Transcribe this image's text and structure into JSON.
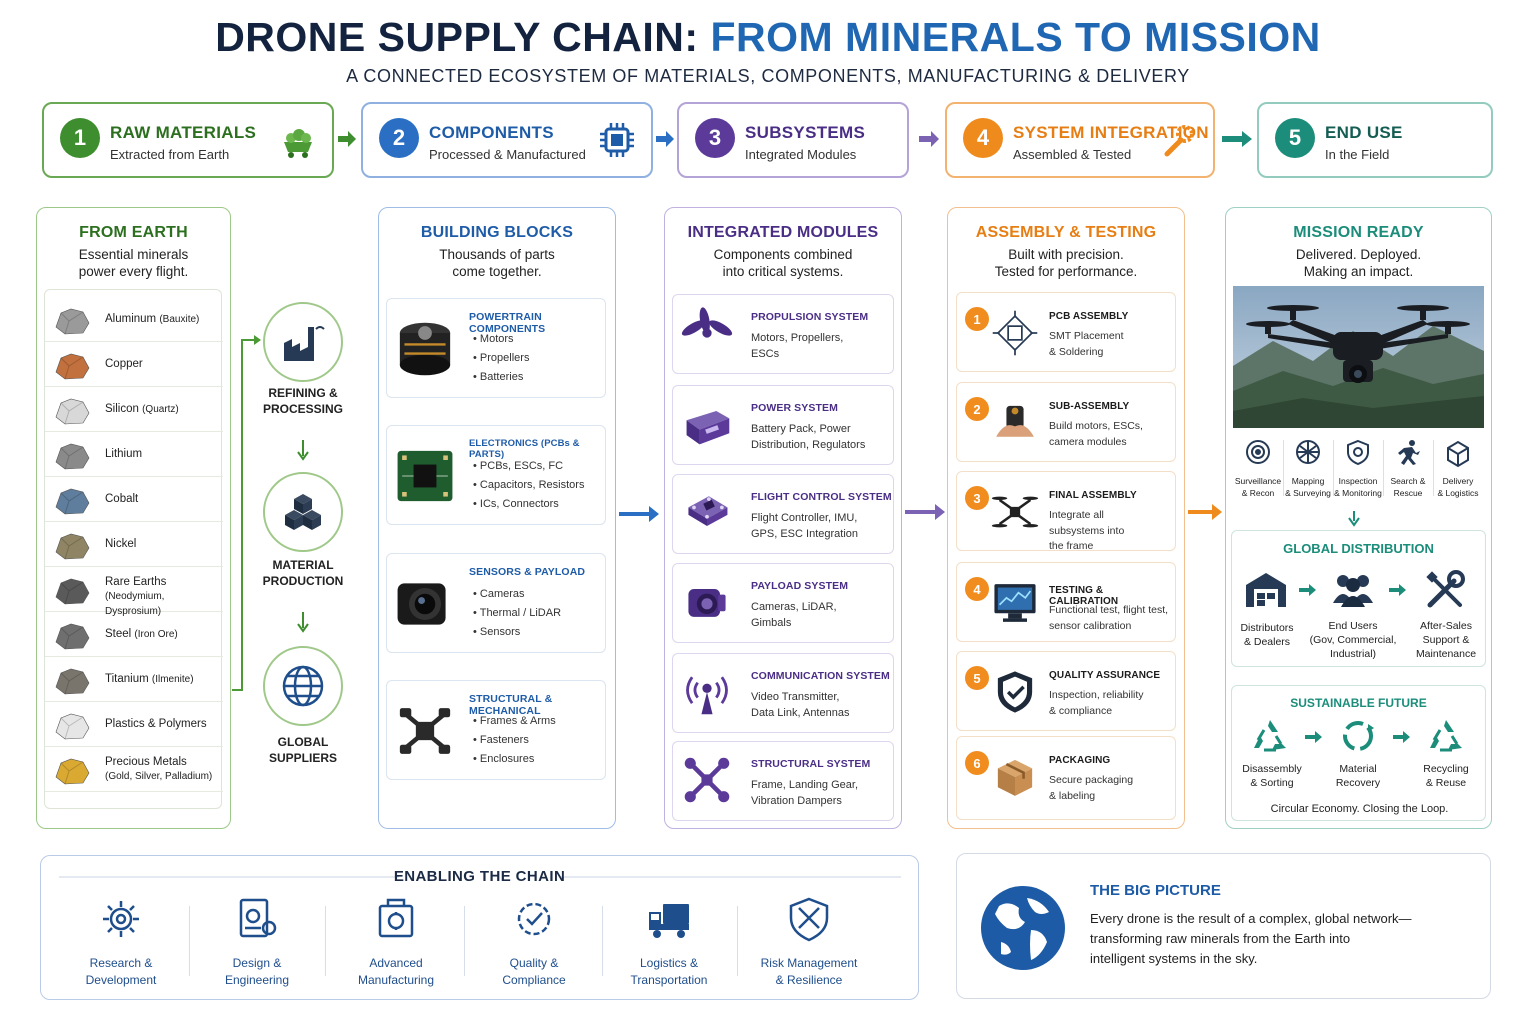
{
  "header": {
    "title_part1": "DRONE SUPPLY CHAIN: ",
    "title_part2": "FROM MINERALS TO MISSION",
    "subtitle": "A CONNECTED ECOSYSTEM OF MATERIALS, COMPONENTS, MANUFACTURING & DELIVERY"
  },
  "colors": {
    "green": "#3e8e2f",
    "blue": "#1f66b3",
    "purple": "#5b3a9a",
    "orange": "#ef8a1d",
    "teal": "#1b8d7a",
    "navy": "#13233f"
  },
  "stages": [
    {
      "num": "1",
      "title": "RAW MATERIALS",
      "subtitle": "Extracted from Earth",
      "icon": "mining-cart-icon"
    },
    {
      "num": "2",
      "title": "COMPONENTS",
      "subtitle": "Processed & Manufactured",
      "icon": "chip-icon"
    },
    {
      "num": "3",
      "title": "SUBSYSTEMS",
      "subtitle": "Integrated Modules",
      "icon": "none"
    },
    {
      "num": "4",
      "title": "SYSTEM INTEGRATION",
      "subtitle": "Assembled & Tested",
      "icon": "wrench-gear-icon"
    },
    {
      "num": "5",
      "title": "END USE",
      "subtitle": "In the Field",
      "icon": "none"
    }
  ],
  "earth": {
    "title": "FROM EARTH",
    "subtitle_l1": "Essential minerals",
    "subtitle_l2": "power every flight.",
    "minerals": [
      {
        "name": "Aluminum",
        "note": "(Bauxite)"
      },
      {
        "name": "Copper",
        "note": ""
      },
      {
        "name": "Silicon",
        "note": "(Quartz)"
      },
      {
        "name": "Lithium",
        "note": ""
      },
      {
        "name": "Cobalt",
        "note": ""
      },
      {
        "name": "Nickel",
        "note": ""
      },
      {
        "name": "Rare Earths",
        "note": "(Neodymium, Dysprosium)"
      },
      {
        "name": "Steel",
        "note": "(Iron Ore)"
      },
      {
        "name": "Titanium",
        "note": "(Ilmenite)"
      },
      {
        "name": "Plastics & Polymers",
        "note": ""
      },
      {
        "name": "Precious Metals",
        "note": "(Gold, Silver, Palladium)"
      }
    ],
    "processes": [
      {
        "l1": "REFINING &",
        "l2": "PROCESSING"
      },
      {
        "l1": "MATERIAL",
        "l2": "PRODUCTION"
      },
      {
        "l1": "GLOBAL",
        "l2": "SUPPLIERS"
      }
    ]
  },
  "blocks": {
    "title": "BUILDING BLOCKS",
    "subtitle_l1": "Thousands of parts",
    "subtitle_l2": "come together.",
    "cards": [
      {
        "title": "POWERTRAIN COMPONENTS",
        "items": [
          "Motors",
          "Propellers",
          "Batteries"
        ]
      },
      {
        "title": "ELECTRONICS (PCBs & PARTS)",
        "items": [
          "PCBs, ESCs, FC",
          "Capacitors, Resistors",
          "ICs, Connectors"
        ]
      },
      {
        "title": "SENSORS & PAYLOAD",
        "items": [
          "Cameras",
          "Thermal / LiDAR",
          "Sensors"
        ]
      },
      {
        "title": "STRUCTURAL & MECHANICAL",
        "items": [
          "Frames & Arms",
          "Fasteners",
          "Enclosures"
        ]
      }
    ]
  },
  "modules": {
    "title": "INTEGRATED MODULES",
    "subtitle_l1": "Components combined",
    "subtitle_l2": "into critical systems.",
    "cards": [
      {
        "title": "PROPULSION SYSTEM",
        "l1": "Motors, Propellers,",
        "l2": "ESCs"
      },
      {
        "title": "POWER SYSTEM",
        "l1": "Battery Pack, Power",
        "l2": "Distribution, Regulators"
      },
      {
        "title": "FLIGHT CONTROL SYSTEM",
        "l1": "Flight Controller, IMU,",
        "l2": "GPS, ESC Integration"
      },
      {
        "title": "PAYLOAD SYSTEM",
        "l1": "Cameras, LiDAR,",
        "l2": "Gimbals"
      },
      {
        "title": "COMMUNICATION SYSTEM",
        "l1": "Video Transmitter,",
        "l2": "Data Link, Antennas"
      },
      {
        "title": "STRUCTURAL SYSTEM",
        "l1": "Frame, Landing Gear,",
        "l2": "Vibration Dampers"
      }
    ]
  },
  "assembly": {
    "title": "ASSEMBLY & TESTING",
    "subtitle_l1": "Built with precision.",
    "subtitle_l2": "Tested for performance.",
    "steps": [
      {
        "num": "1",
        "title": "PCB ASSEMBLY",
        "l1": "SMT Placement",
        "l2": "& Soldering",
        "l3": ""
      },
      {
        "num": "2",
        "title": "SUB-ASSEMBLY",
        "l1": "Build motors, ESCs,",
        "l2": "camera modules",
        "l3": ""
      },
      {
        "num": "3",
        "title": "FINAL ASSEMBLY",
        "l1": "Integrate all",
        "l2": "subsystems into",
        "l3": "the frame"
      },
      {
        "num": "4",
        "title": "TESTING & CALIBRATION",
        "l1": "Functional test, flight test,",
        "l2": "sensor calibration",
        "l3": ""
      },
      {
        "num": "5",
        "title": "QUALITY ASSURANCE",
        "l1": "Inspection, reliability",
        "l2": "& compliance",
        "l3": ""
      },
      {
        "num": "6",
        "title": "PACKAGING",
        "l1": "Secure packaging",
        "l2": "& labeling",
        "l3": ""
      }
    ]
  },
  "mission": {
    "title": "MISSION READY",
    "subtitle_l1": "Delivered. Deployed.",
    "subtitle_l2": "Making an impact.",
    "uses": [
      {
        "l1": "Surveillance",
        "l2": "& Recon"
      },
      {
        "l1": "Mapping",
        "l2": "& Surveying"
      },
      {
        "l1": "Inspection",
        "l2": "& Monitoring"
      },
      {
        "l1": "Search &",
        "l2": "Rescue"
      },
      {
        "l1": "Delivery",
        "l2": "& Logistics"
      }
    ],
    "distribution": {
      "title": "GLOBAL DISTRIBUTION",
      "items": [
        {
          "l1": "Distributors",
          "l2": "& Dealers",
          "l3": ""
        },
        {
          "l1": "End Users",
          "l2": "(Gov, Commercial,",
          "l3": "Industrial)"
        },
        {
          "l1": "After-Sales",
          "l2": "Support &",
          "l3": "Maintenance"
        }
      ]
    },
    "sustain": {
      "title": "SUSTAINABLE FUTURE",
      "items": [
        {
          "l1": "Disassembly",
          "l2": "& Sorting"
        },
        {
          "l1": "Material",
          "l2": "Recovery"
        },
        {
          "l1": "Recycling",
          "l2": "& Reuse"
        }
      ],
      "footer": "Circular Economy. Closing the Loop."
    }
  },
  "enabling": {
    "title": "ENABLING THE CHAIN",
    "items": [
      {
        "l1": "Research &",
        "l2": "Development"
      },
      {
        "l1": "Design &",
        "l2": "Engineering"
      },
      {
        "l1": "Advanced",
        "l2": "Manufacturing"
      },
      {
        "l1": "Quality &",
        "l2": "Compliance"
      },
      {
        "l1": "Logistics &",
        "l2": "Transportation"
      },
      {
        "l1": "Risk Management",
        "l2": "& Resilience"
      }
    ]
  },
  "bigpicture": {
    "title": "THE BIG PICTURE",
    "l1": "Every drone is the result of a complex, global network—",
    "l2": "transforming raw minerals from the Earth into",
    "l3": "intelligent systems in the sky."
  }
}
